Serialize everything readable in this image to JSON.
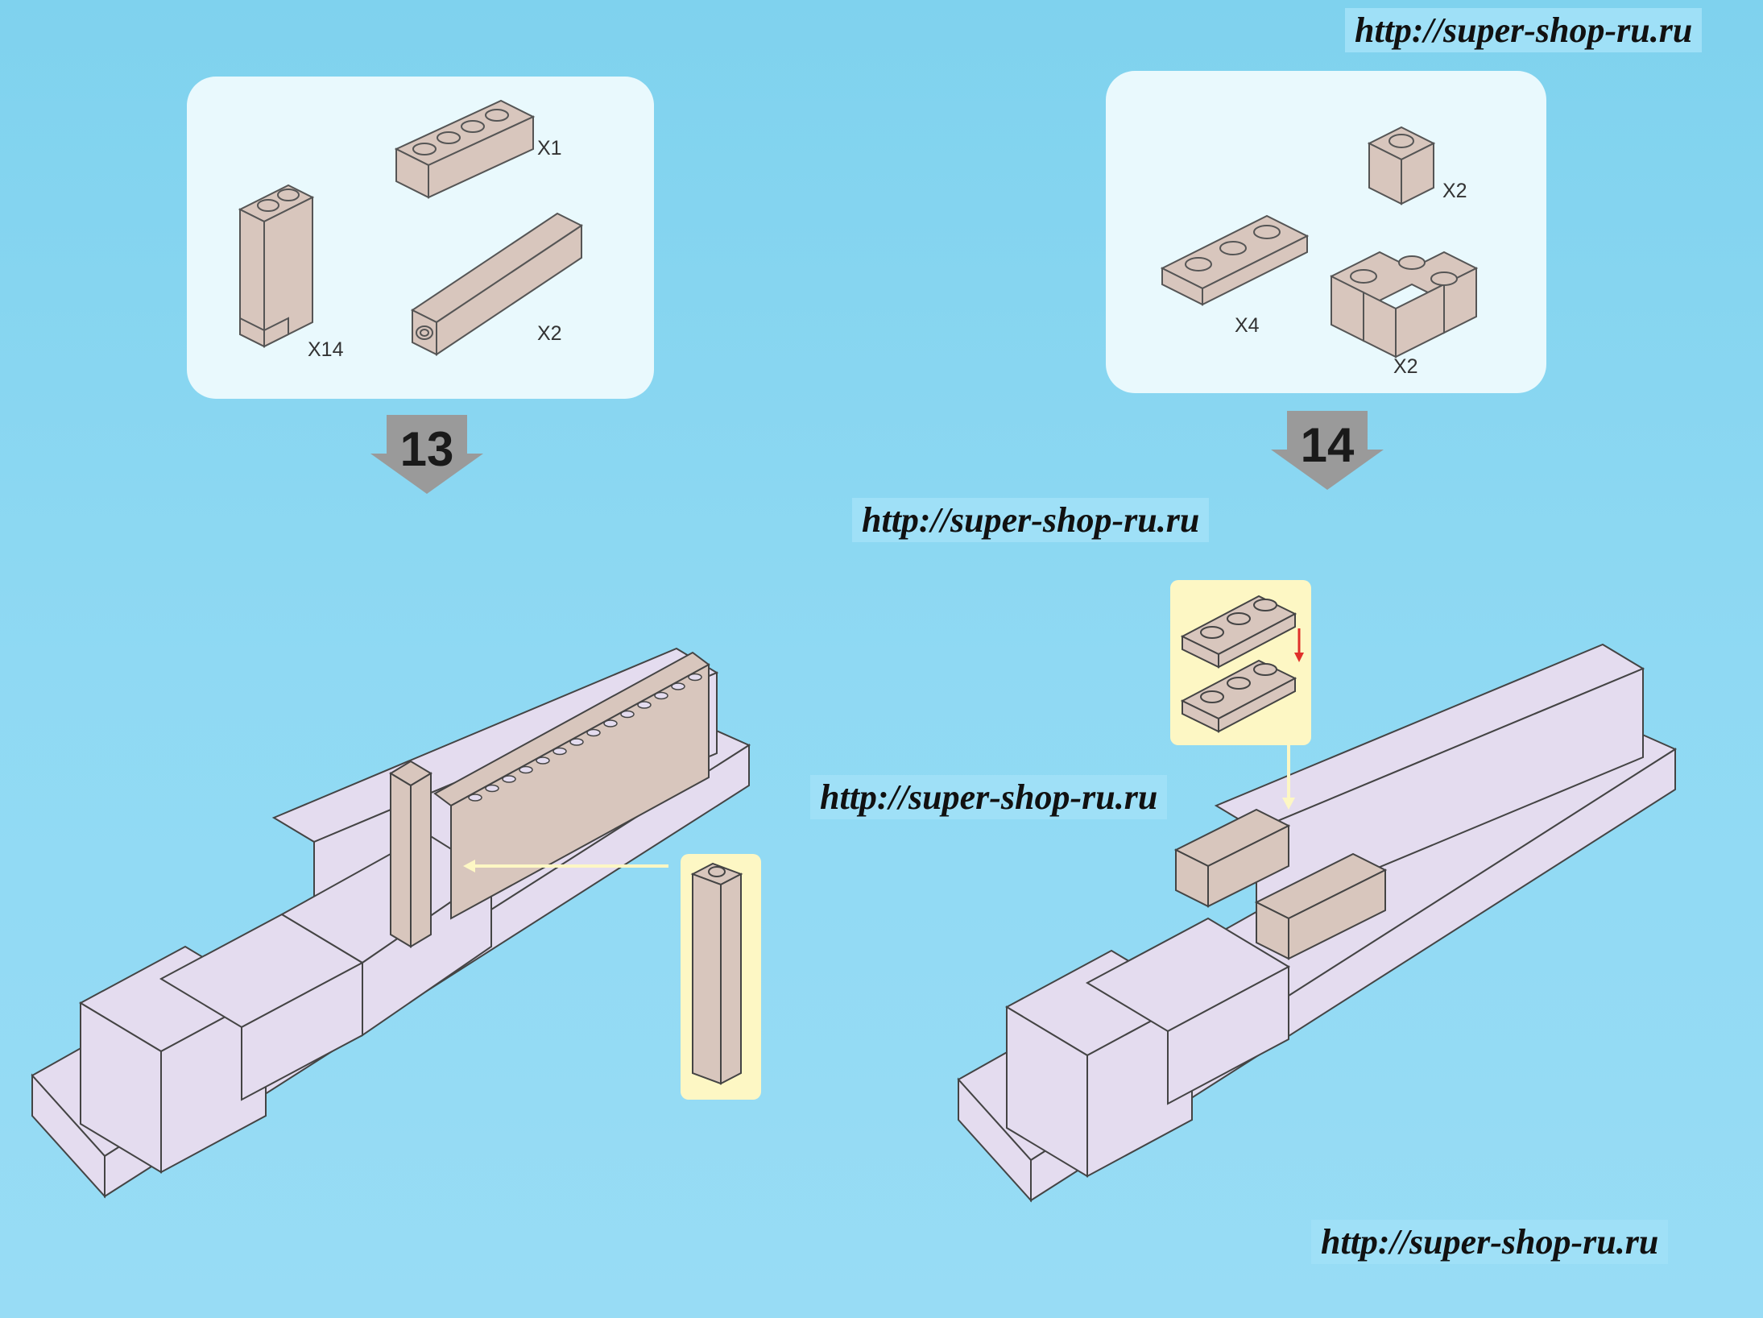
{
  "watermarks": [
    "http://super-shop-ru.ru",
    "http://super-shop-ru.ru",
    "http://super-shop-ru.ru",
    "http://super-shop-ru.ru"
  ],
  "step13": {
    "number": "13",
    "parts": {
      "brick_1x4": "X1",
      "panel_1x2x3": "X14",
      "brick_1x1x6": "X2"
    }
  },
  "step14": {
    "number": "14",
    "parts": {
      "brick_1x1": "X2",
      "plate_1x3": "X4",
      "corner_brick": "X2"
    }
  },
  "colors": {
    "background": "#8fd9f3",
    "parts_box": "#e9f9fd",
    "callout": "#fdf7c4",
    "new_part": "#d8c6bd",
    "model_body": "#e4dcef",
    "arrow": "#9a9a9a",
    "guide_arrow": "#fdf7c4",
    "red_arrow": "#e0302a"
  }
}
